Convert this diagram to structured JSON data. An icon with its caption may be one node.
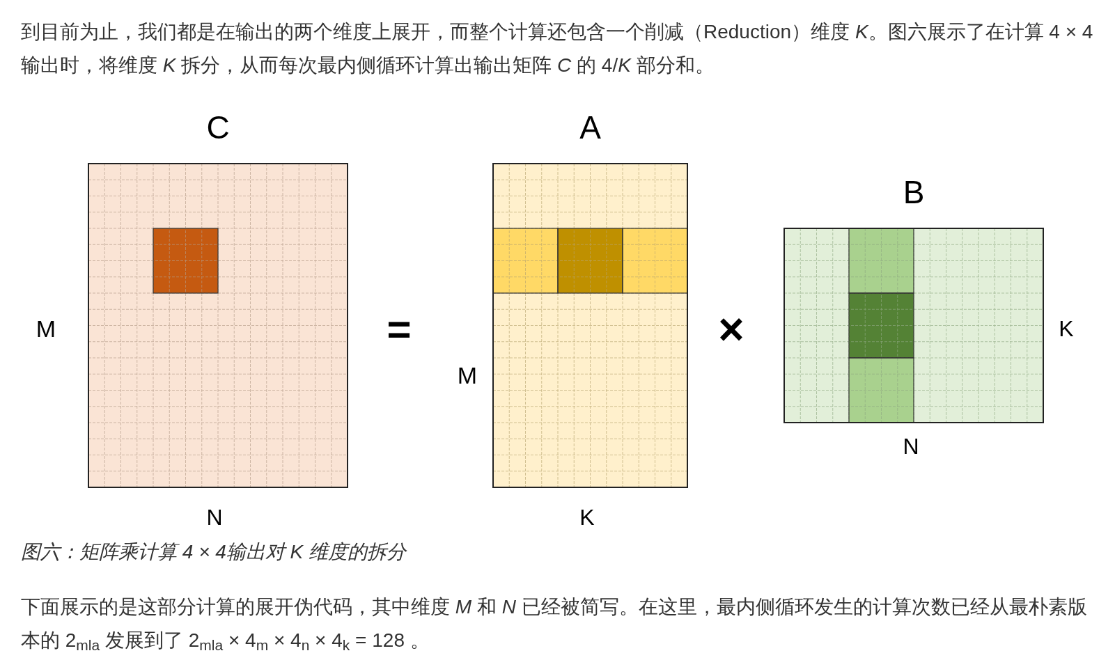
{
  "diagram": {
    "caption": "图六：矩阵乘计算 4 × 4输出对 K 维度的拆分",
    "nodes": [
      {
        "text": [
          "C"
        ]
      },
      {
        "text": [
          "A"
        ]
      },
      {
        "text": [
          "B"
        ]
      }
    ],
    "labels": [
      "到目前为止，我们都是在输出的两个维度上展开，而整个计算还包含一个削减（Reduction）维度 *K*。图六展示了在计算 4 × 4 输出时，将维度 *K* 拆分，从而每次最内侧循环计算出输出矩阵 *C* 的 4/*K* 部分和。",
      "M",
      "=",
      "M",
      "×",
      "K",
      "N",
      "K",
      "N",
      "下面展示的是这部分计算的展开伪代码，其中维度 *M* 和 *N* 已经被简写。在这里，最内侧循环发生的计算次数已经从最朴素版本的 2$_{mla}$ 发展到了 2$_{mla}$ × 4$_{m}$ × 4$_{n}$ × 4$_{k}$ = 128 。"
    ]
  }
}
